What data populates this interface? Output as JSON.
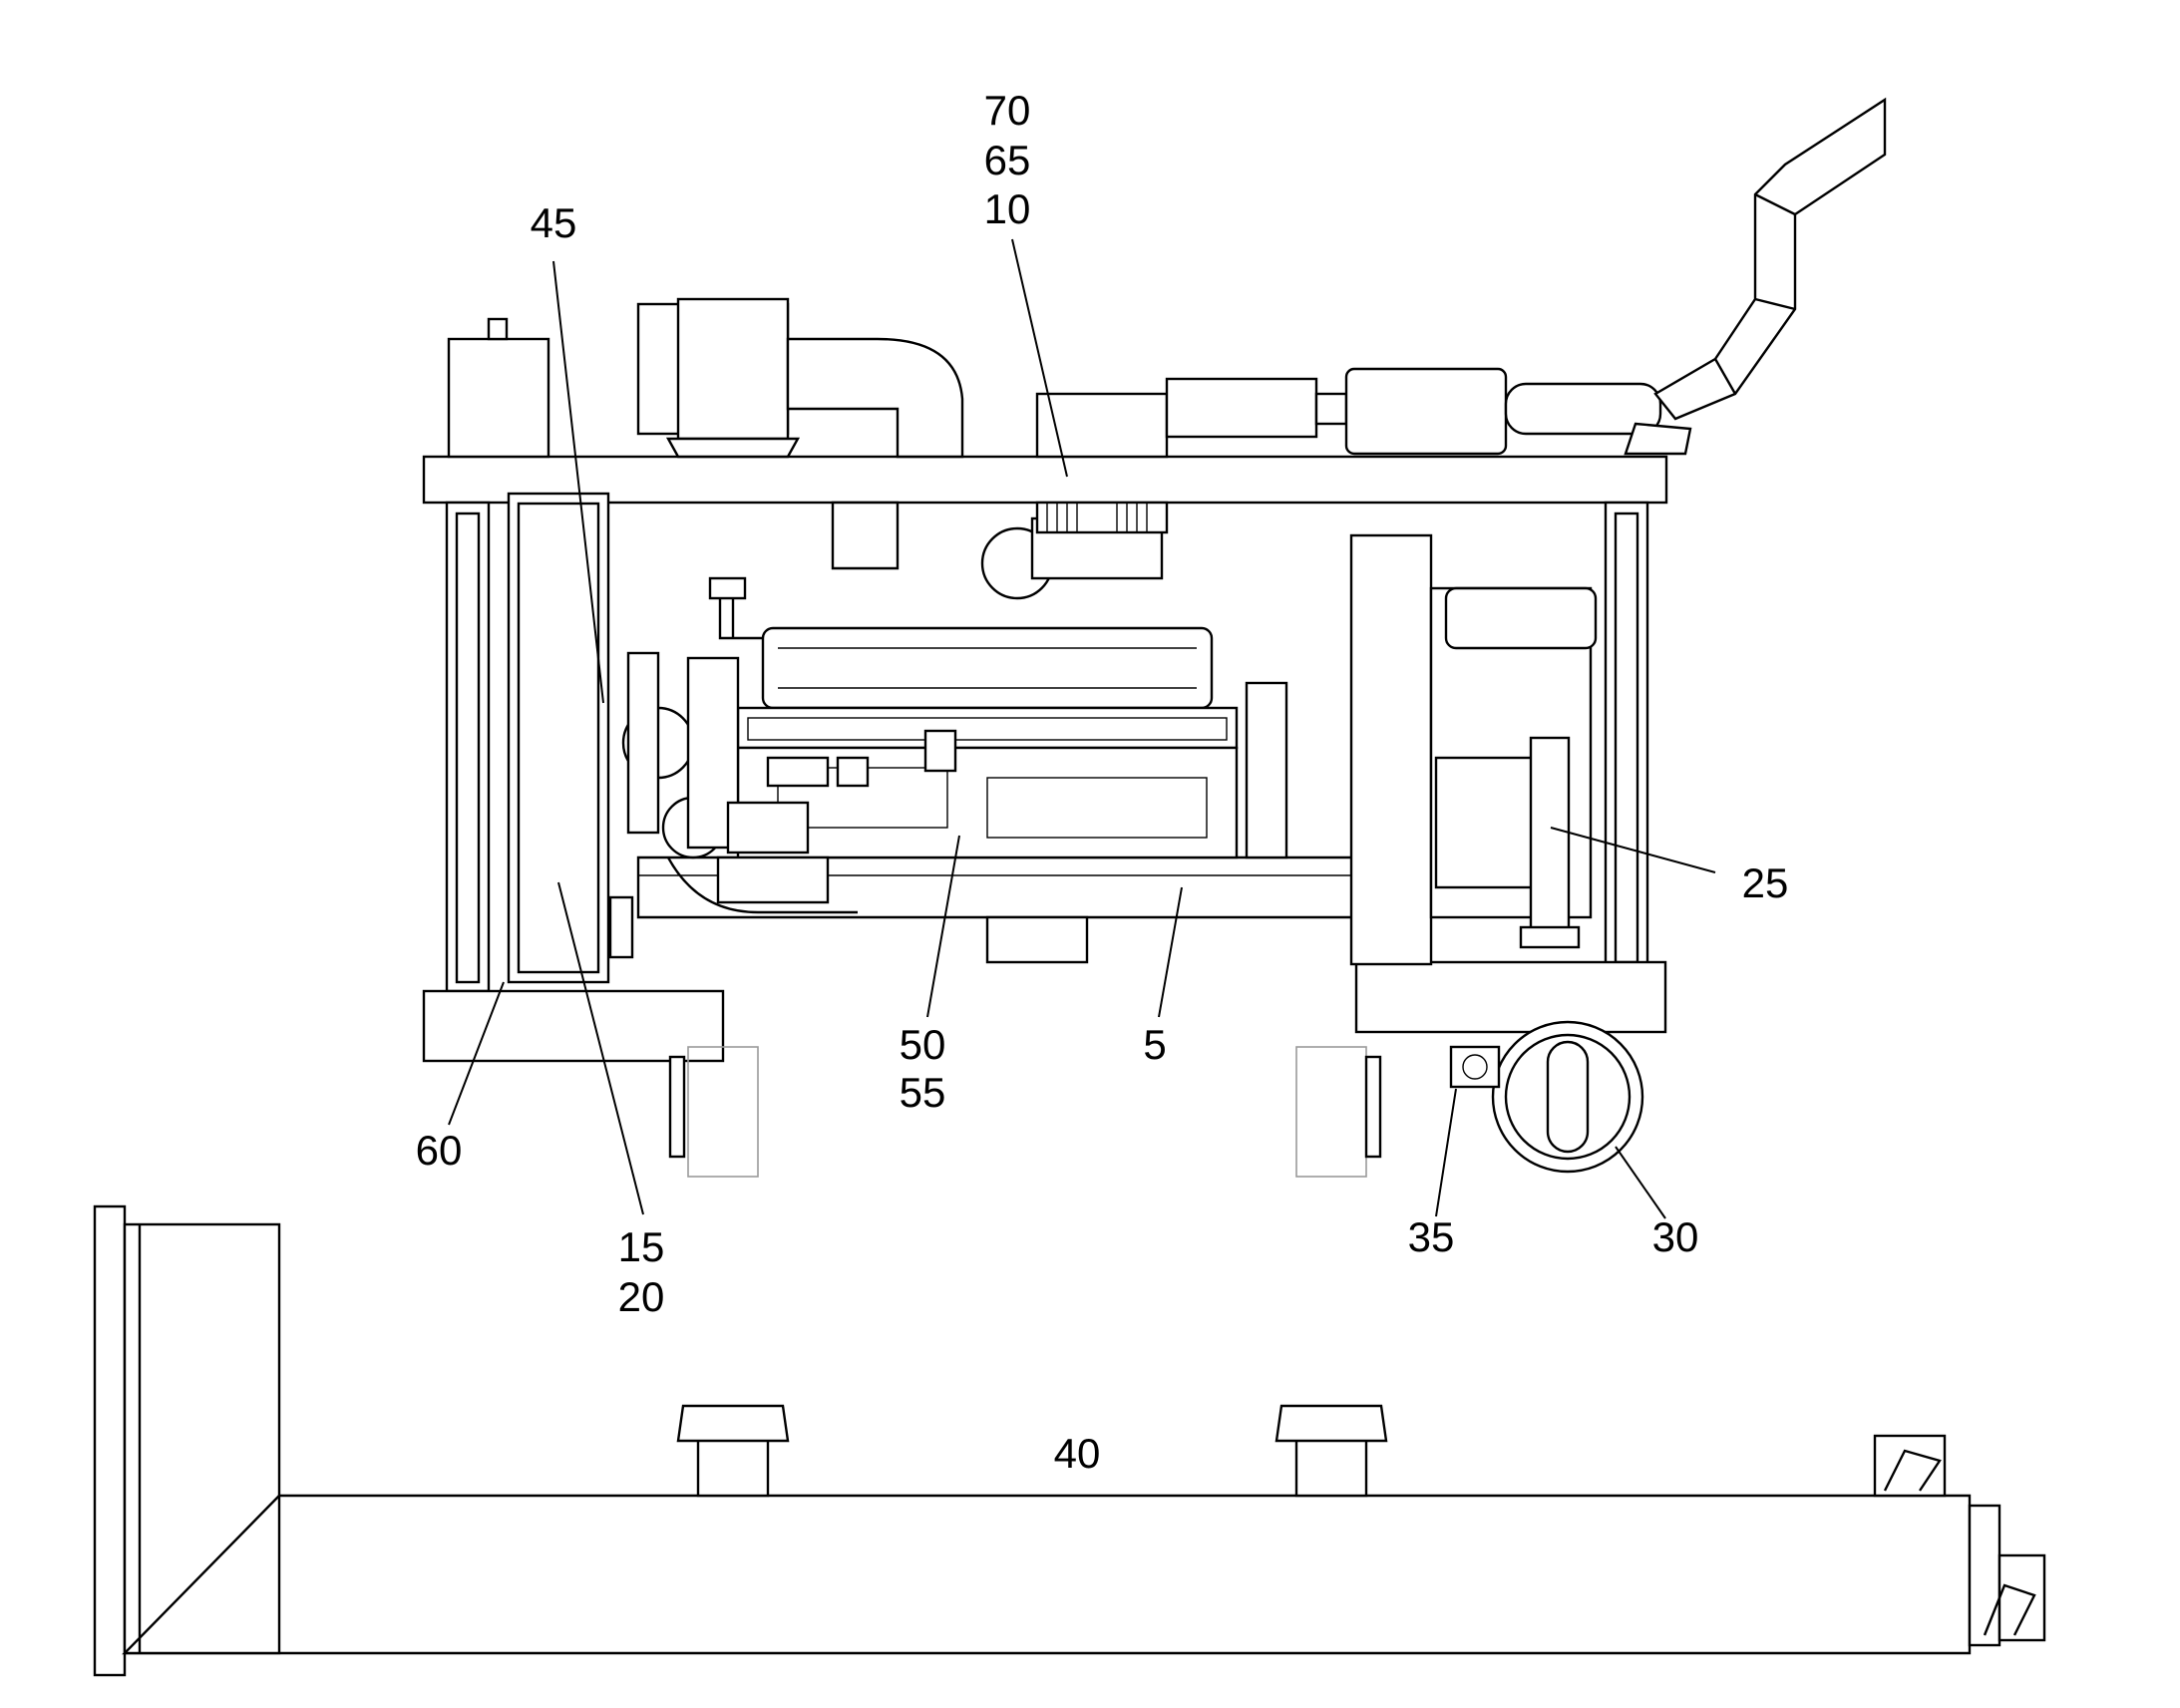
{
  "callouts": [
    {
      "id": "c70",
      "text": "70"
    },
    {
      "id": "c65",
      "text": "65"
    },
    {
      "id": "c10",
      "text": "10"
    },
    {
      "id": "c45",
      "text": "45"
    },
    {
      "id": "c25",
      "text": "25"
    },
    {
      "id": "c50",
      "text": "50"
    },
    {
      "id": "c55",
      "text": "55"
    },
    {
      "id": "c5",
      "text": "5"
    },
    {
      "id": "c60",
      "text": "60"
    },
    {
      "id": "c15",
      "text": "15"
    },
    {
      "id": "c20",
      "text": "20"
    },
    {
      "id": "c35",
      "text": "35"
    },
    {
      "id": "c30",
      "text": "30"
    },
    {
      "id": "c40",
      "text": "40"
    }
  ],
  "colors": {
    "line": "#000000",
    "background": "#ffffff",
    "ghost": "#9a9a9a"
  }
}
